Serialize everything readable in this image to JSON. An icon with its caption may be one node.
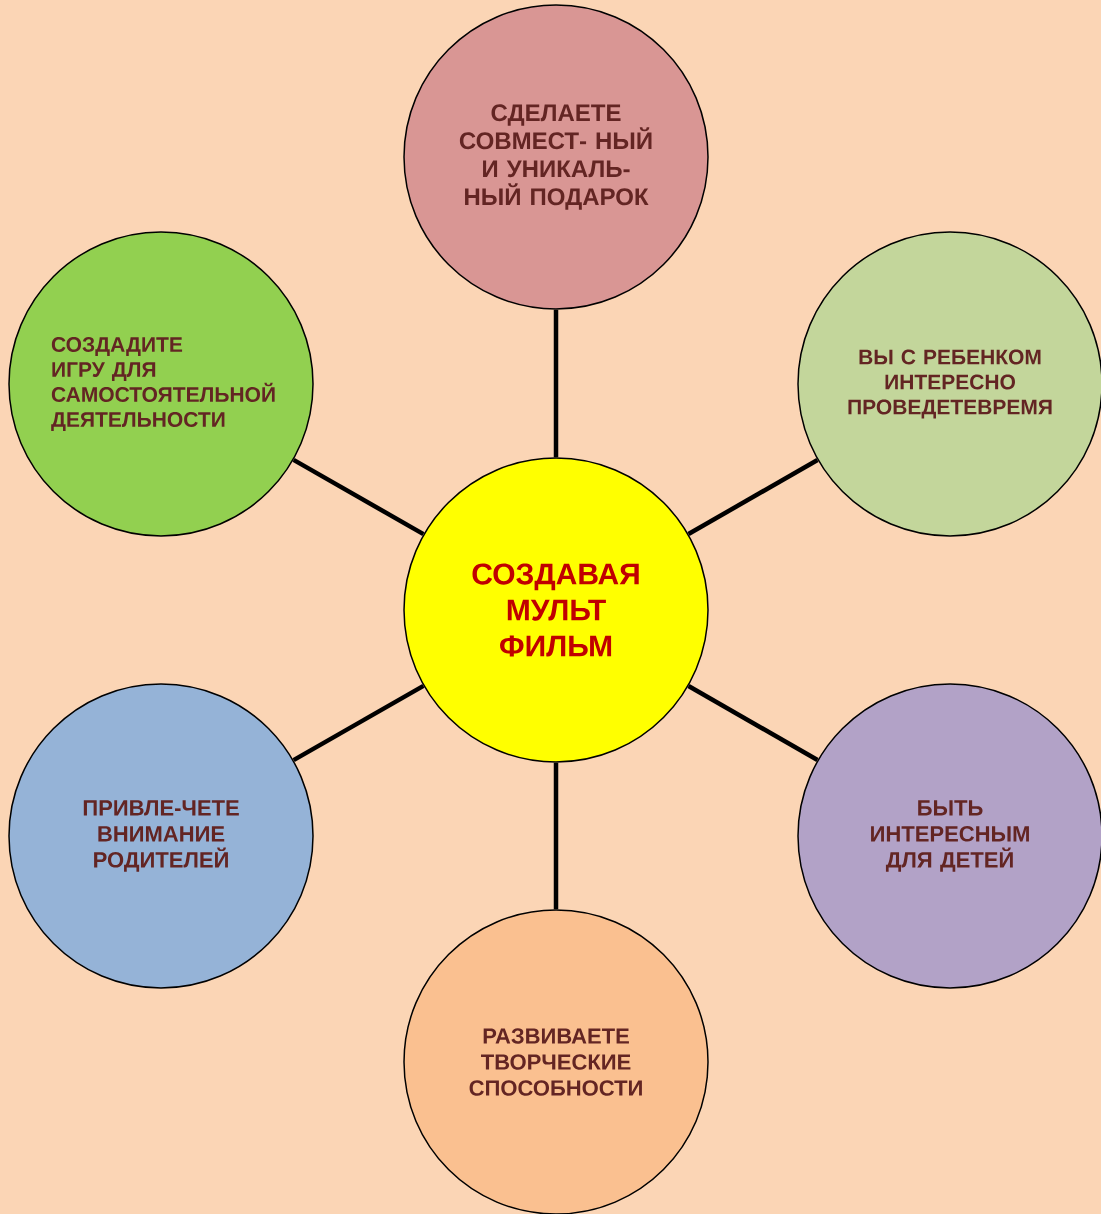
{
  "diagram": {
    "nodes": [
      {
        "text": [
          "СОЗДАВАЯ МУЛЬТ ФИЛЬМ"
        ]
      },
      {
        "text": [
          "СДЕЛАЕТЕ СОВМЕСТ- НЫЙ И УНИКАЛЬ-НЫЙ ПОДАРОК"
        ]
      },
      {
        "text": [
          "ВЫ С РЕБЕНКОМ ИНТЕРЕСНО ПРОВЕДЕТЕВРЕМЯ"
        ]
      },
      {
        "text": [
          "БЫТЬ ИНТЕРЕСНЫМ ДЛЯ ДЕТЕЙ"
        ]
      },
      {
        "text": [
          "РАЗВИВАЕТЕ ТВОРЧЕСКИЕ СПОСОБНОСТИ"
        ]
      },
      {
        "text": [
          "ПРИВЛЕ-ЧЕТЕ ВНИМАНИЕ РОДИТЕЛЕЙ"
        ]
      },
      {
        "text": [
          "СОЗДАДИТЕ ИГРУ ДЛЯ САМОСТОЯТЕЛЬНОЙ ДЕЯТЕЛЬНОСТИ"
        ]
      }
    ],
    "edges": [
      {
        "from": 0,
        "to": 1,
        "arrow": "none"
      },
      {
        "from": 0,
        "to": 2,
        "arrow": "none"
      },
      {
        "from": 0,
        "to": 3,
        "arrow": "none"
      },
      {
        "from": 0,
        "to": 4,
        "arrow": "none"
      },
      {
        "from": 0,
        "to": 5,
        "arrow": "none"
      },
      {
        "from": 0,
        "to": 6,
        "arrow": "none"
      }
    ]
  }
}
